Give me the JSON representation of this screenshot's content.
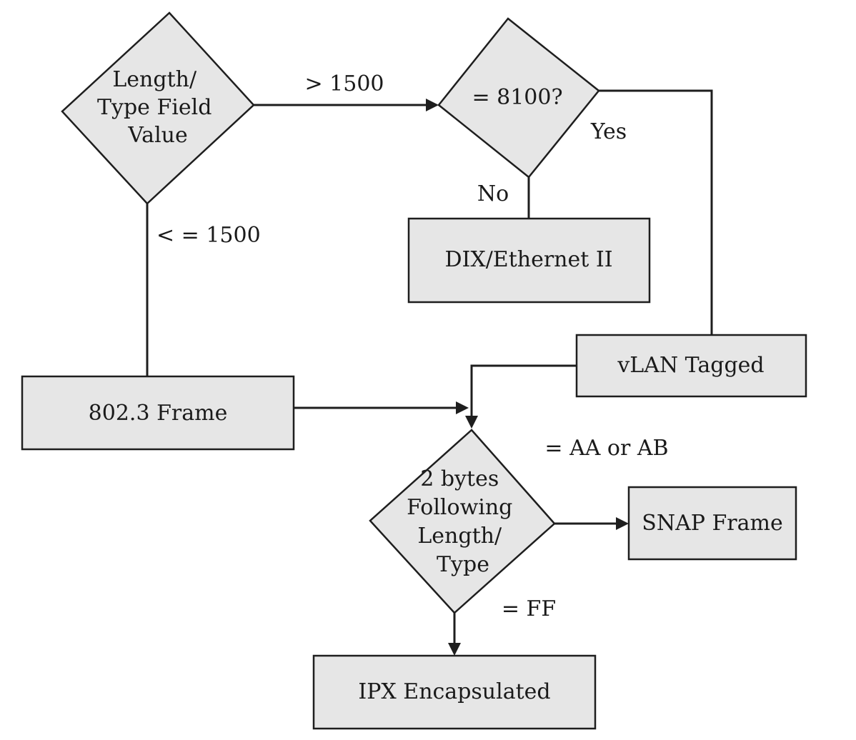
{
  "diagram": {
    "nodes": {
      "length_type": {
        "kind": "decision",
        "lines": [
          "Length/",
          "Type Field",
          "Value"
        ]
      },
      "is_8100": {
        "kind": "decision",
        "lines": [
          "= 8100?"
        ]
      },
      "dix": {
        "kind": "process",
        "lines": [
          "DIX/Ethernet II"
        ]
      },
      "vlan": {
        "kind": "process",
        "lines": [
          "vLAN Tagged"
        ]
      },
      "frame_8023": {
        "kind": "process",
        "lines": [
          "802.3 Frame"
        ]
      },
      "two_bytes": {
        "kind": "decision",
        "lines": [
          "2 bytes",
          "Following",
          "Length/",
          "Type"
        ]
      },
      "snap": {
        "kind": "process",
        "lines": [
          "SNAP Frame"
        ]
      },
      "ipx": {
        "kind": "process",
        "lines": [
          "IPX Encapsulated"
        ]
      }
    },
    "edges": [
      {
        "from": "length_type",
        "to": "is_8100",
        "label": "> 1500",
        "arrow": true
      },
      {
        "from": "length_type",
        "to": "frame_8023",
        "label": "< = 1500",
        "arrow": false
      },
      {
        "from": "is_8100",
        "to": "dix",
        "label": "No",
        "arrow": false
      },
      {
        "from": "is_8100",
        "to": "vlan",
        "label": "Yes",
        "arrow": false
      },
      {
        "from": "vlan",
        "to": "two_bytes",
        "label": "",
        "arrow": true
      },
      {
        "from": "frame_8023",
        "to": "two_bytes",
        "label": "",
        "arrow": true
      },
      {
        "from": "two_bytes",
        "to": "snap",
        "label": "= AA or AB",
        "arrow": true
      },
      {
        "from": "two_bytes",
        "to": "ipx",
        "label": "= FF",
        "arrow": true
      }
    ]
  }
}
